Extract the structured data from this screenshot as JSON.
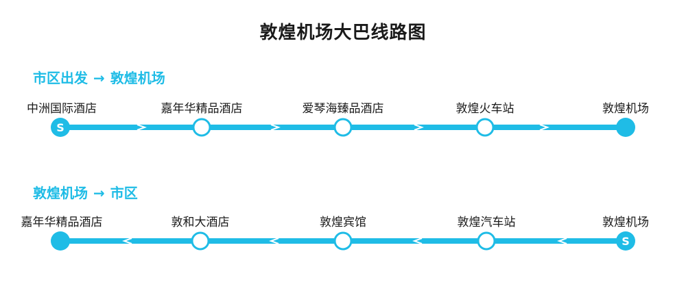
{
  "title": "敦煌机场大巴线路图",
  "colors": {
    "accent": "#1fbce6",
    "title": "#1a1a1a",
    "stop_fill": "#ffffff"
  },
  "routes": [
    {
      "label_from": "市区出发",
      "label_arrow": "→",
      "label_to": "敦煌机场",
      "direction": "left-to-right",
      "start_marker": "S",
      "stops": [
        {
          "name": "中洲国际酒店",
          "type": "start"
        },
        {
          "name": "嘉年华精品酒店",
          "type": "station"
        },
        {
          "name": "爱琴海臻品酒店",
          "type": "station"
        },
        {
          "name": "敦煌火车站",
          "type": "station"
        },
        {
          "name": "敦煌机场",
          "type": "terminal"
        }
      ]
    },
    {
      "label_from": "敦煌机场",
      "label_arrow": "→",
      "label_to": "市区",
      "direction": "right-to-left",
      "start_marker": "S",
      "stops": [
        {
          "name": "嘉年华精品酒店",
          "type": "terminal"
        },
        {
          "name": "敦和大酒店",
          "type": "station"
        },
        {
          "name": "敦煌宾馆",
          "type": "station"
        },
        {
          "name": "敦煌汽车站",
          "type": "station"
        },
        {
          "name": "敦煌机场",
          "type": "start"
        }
      ]
    }
  ]
}
